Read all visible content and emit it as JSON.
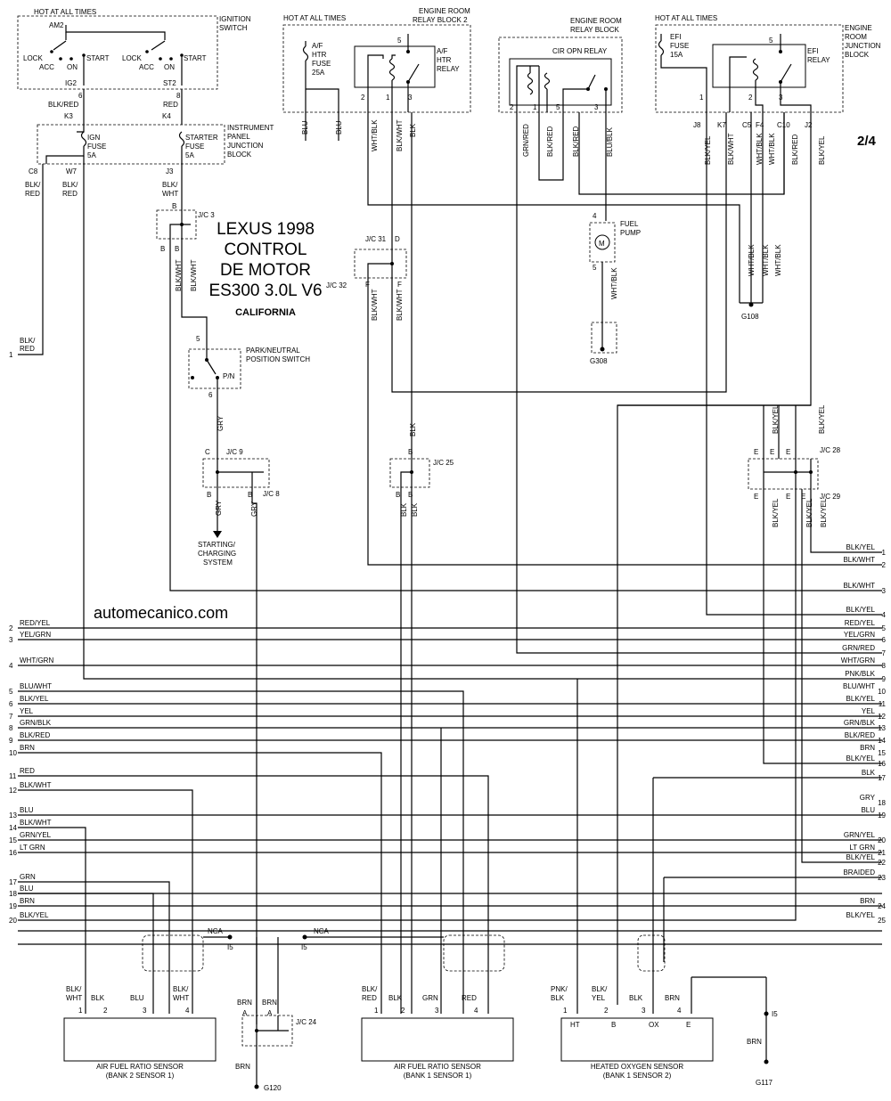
{
  "page_label": "2/4",
  "title": {
    "line1": "LEXUS 1998",
    "line2": "CONTROL",
    "line3": "DE MOTOR",
    "line4": "ES300 3.0L V6",
    "line5": "CALIFORNIA"
  },
  "watermark": "automecanico.com",
  "components": {
    "hot1": "HOT AT ALL TIMES",
    "hot2": "HOT AT ALL TIMES",
    "hot3": "HOT AT ALL TIMES",
    "am2": "AM2",
    "ignition_switch_1": "IGNITION",
    "ignition_switch_2": "SWITCH",
    "lock1": "LOCK",
    "acc1": "ACC",
    "on1": "ON",
    "start1": "START",
    "lock2": "LOCK",
    "acc2": "ACC",
    "on2": "ON",
    "start2": "START",
    "ig2": "IG2",
    "st2": "ST2",
    "ipjb_1": "INSTRUMENT",
    "ipjb_2": "PANEL",
    "ipjb_3": "JUNCTION",
    "ipjb_4": "BLOCK",
    "ign_fuse_1": "IGN",
    "ign_fuse_2": "FUSE",
    "ign_fuse_3": "5A",
    "starter_fuse_1": "STARTER",
    "starter_fuse_2": "FUSE",
    "starter_fuse_3": "5A",
    "af_fuse_1": "A/F",
    "af_fuse_2": "HTR",
    "af_fuse_3": "FUSE",
    "af_fuse_4": "25A",
    "errb2_1": "ENGINE ROOM",
    "errb2_2": "RELAY BLOCK 2",
    "af_relay_1": "A/F",
    "af_relay_2": "HTR",
    "af_relay_3": "RELAY",
    "errb_1": "ENGINE ROOM",
    "errb_2": "RELAY BLOCK",
    "cir_opn": "CIR OPN RELAY",
    "efi_fuse_1": "EFI",
    "efi_fuse_2": "FUSE",
    "efi_fuse_3": "15A",
    "efi_relay_1": "EFI",
    "efi_relay_2": "RELAY",
    "erjb_1": "ENGINE",
    "erjb_2": "ROOM",
    "erjb_3": "JUNCTION",
    "erjb_4": "BLOCK",
    "fuel_pump_1": "FUEL",
    "fuel_pump_2": "PUMP",
    "motor": "M",
    "pnp_1": "PARK/NEUTRAL",
    "pnp_2": "POSITION SWITCH",
    "pn": "P/N",
    "starting_1": "STARTING/",
    "starting_2": "CHARGING",
    "starting_3": "SYSTEM",
    "g108": "G108",
    "g308": "G308",
    "g120": "G120",
    "g117": "G117",
    "jc3": "J/C 3",
    "jc31": "J/C 31",
    "jc32": "J/C 32",
    "jc9": "J/C 9",
    "jc8": "J/C 8",
    "jc25": "J/C 25",
    "jc28": "J/C 28",
    "jc29": "J/C 29",
    "jc24": "J/C 24",
    "nca1": "NCA",
    "nca2": "NCA",
    "i5a": "I5",
    "i5b": "I5",
    "i5c": "I5",
    "sensor1_1": "AIR FUEL RATIO SENSOR",
    "sensor1_2": "(BANK 2 SENSOR 1)",
    "sensor2_1": "AIR FUEL RATIO SENSOR",
    "sensor2_2": "(BANK 1 SENSOR 1)",
    "sensor3_1": "HEATED OXYGEN SENSOR",
    "sensor3_2": "(BANK 1 SENSOR 2)",
    "ht": "HT",
    "b": "B",
    "ox": "OX",
    "e": "E"
  },
  "left_connector": [
    {
      "pin": "1",
      "label": "BLK/",
      "label2": "RED"
    },
    {
      "pin": "2",
      "label": "RED/YEL"
    },
    {
      "pin": "3",
      "label": "YEL/GRN"
    },
    {
      "pin": "4",
      "label": "WHT/GRN"
    },
    {
      "pin": "5",
      "label": "BLU/WHT"
    },
    {
      "pin": "6",
      "label": "BLK/YEL"
    },
    {
      "pin": "7",
      "label": "YEL"
    },
    {
      "pin": "8",
      "label": "GRN/BLK"
    },
    {
      "pin": "9",
      "label": "BLK/RED"
    },
    {
      "pin": "10",
      "label": "BRN"
    },
    {
      "pin": "11",
      "label": "RED"
    },
    {
      "pin": "12",
      "label": "BLK/WHT"
    },
    {
      "pin": "13",
      "label": "BLU"
    },
    {
      "pin": "14",
      "label": "BLK/WHT"
    },
    {
      "pin": "15",
      "label": "GRN/YEL"
    },
    {
      "pin": "16",
      "label": "LT GRN"
    },
    {
      "pin": "17",
      "label": "GRN"
    },
    {
      "pin": "18",
      "label": "BLU"
    },
    {
      "pin": "19",
      "label": "BRN"
    },
    {
      "pin": "20",
      "label": "BLK/YEL"
    }
  ],
  "right_connector": [
    {
      "pin": "1",
      "label": "BLK/YEL"
    },
    {
      "pin": "2",
      "label": "BLK/WHT"
    },
    {
      "pin": "3",
      "label": "BLK/WHT"
    },
    {
      "pin": "4",
      "label": "BLK/YEL"
    },
    {
      "pin": "5",
      "label": "RED/YEL"
    },
    {
      "pin": "6",
      "label": "YEL/GRN"
    },
    {
      "pin": "7",
      "label": "GRN/RED"
    },
    {
      "pin": "8",
      "label": "WHT/GRN"
    },
    {
      "pin": "9",
      "label": "PNK/BLK"
    },
    {
      "pin": "10",
      "label": "BLU/WHT"
    },
    {
      "pin": "11",
      "label": "BLK/YEL"
    },
    {
      "pin": "12",
      "label": "YEL"
    },
    {
      "pin": "13",
      "label": "GRN/BLK"
    },
    {
      "pin": "14",
      "label": "BLK/RED"
    },
    {
      "pin": "15",
      "label": "BRN"
    },
    {
      "pin": "16",
      "label": "BLK/YEL"
    },
    {
      "pin": "17",
      "label": "BLK"
    },
    {
      "pin": "18",
      "label": "GRY"
    },
    {
      "pin": "19",
      "label": "BLU"
    },
    {
      "pin": "20",
      "label": "GRN/YEL"
    },
    {
      "pin": "21",
      "label": "LT GRN"
    },
    {
      "pin": "22",
      "label": "BLK/YEL"
    },
    {
      "pin": "23",
      "label": "BRAIDED"
    },
    {
      "pin": "24",
      "label": "BRN"
    },
    {
      "pin": "25",
      "label": "BLK/YEL"
    }
  ],
  "wires": {
    "w_blk_red_ig": "BLK/RED",
    "w_red_st": "RED",
    "w_blk_red_c8a": "BLK/",
    "w_blk_red_c8b": "RED",
    "w_blk_red_w7a": "BLK/",
    "w_blk_red_w7b": "RED",
    "w_blk_wht_j3a": "BLK/",
    "w_blk_wht_j3b": "WHT",
    "w_blk_wht_v1": "BLK/WHT",
    "w_blk_wht_v2": "BLK/WHT",
    "w_gry1": "GRY",
    "w_gry2": "GRY",
    "w_gry3": "GRY",
    "w_blu1": "BLU",
    "w_blu2": "BLU",
    "w_wht_blk": "WHT/BLK",
    "w_blk_wht_r": "BLK/WHT",
    "w_blk_r": "BLK",
    "w_blk_wht_31a": "BLK/WHT",
    "w_blk_wht_31b": "BLK/WHT",
    "w_blk_25": "BLK",
    "w_blk_25a": "BLK",
    "w_blk_25b": "BLK",
    "w_grn_red": "GRN/RED",
    "w_blk_red_e1": "BLK/RED",
    "w_blk_red_e2": "BLK/RED",
    "w_blu_blk": "BLU/BLK",
    "w_wht_blk_fp": "WHT/BLK",
    "w_blk_yel_j8": "BLK/YEL",
    "w_blk_wht_k7": "BLK/WHT",
    "w_wht_blk_c5": "WHT/BLK",
    "w_wht_blk_f4": "WHT/BLK",
    "w_blk_red_c10": "BLK/RED",
    "w_blk_yel_j2": "BLK/YEL",
    "w_wht_blk_g1": "WHT/BLK",
    "w_wht_blk_g2": "WHT/BLK",
    "w_wht_blk_g3": "WHT/BLK",
    "w_blk_yel_28a": "BLK/YEL",
    "w_blk_yel_28b": "BLK/YEL",
    "w_blk_yel_29a": "BLK/YEL",
    "w_blk_yel_29b": "BLK/YEL",
    "w_blk_yel_29c": "BLK/YEL",
    "w_brn_24a": "BRN",
    "w_brn_24b": "BRN",
    "w_brn_24c": "BRN",
    "w_brn_g117a": "BRN",
    "w_brn_g117b": "BRN"
  },
  "sensor_pins": {
    "s1": [
      {
        "n": "1",
        "w": "BLK/",
        "w2": "WHT"
      },
      {
        "n": "2",
        "w": "BLK"
      },
      {
        "n": "3",
        "w": "BLU"
      },
      {
        "n": "4",
        "w": "BLK/",
        "w2": "WHT"
      }
    ],
    "s2": [
      {
        "n": "1",
        "w": "BLK/",
        "w2": "RED"
      },
      {
        "n": "2",
        "w": "BLK"
      },
      {
        "n": "3",
        "w": "GRN"
      },
      {
        "n": "4",
        "w": "RED"
      }
    ],
    "s3": [
      {
        "n": "1",
        "w": "PNK/",
        "w2": "BLK"
      },
      {
        "n": "2",
        "w": "BLK/",
        "w2": "YEL"
      },
      {
        "n": "3",
        "w": "BLK"
      },
      {
        "n": "4",
        "w": "BRN"
      }
    ]
  },
  "terminals": {
    "t6": "6",
    "t8": "8",
    "k3": "K3",
    "k4": "K4",
    "c8": "C8",
    "w7": "W7",
    "j3": "J3",
    "t_b1": "B",
    "t_b2": "B",
    "t_b3": "B",
    "t5": "5",
    "t6b": "6",
    "t_c": "C",
    "t_b4": "B",
    "t_b5": "B",
    "r2": "2",
    "r1": "1",
    "r3": "3",
    "r5": "5",
    "d": "D",
    "f1": "F",
    "f2": "F",
    "b25a": "B",
    "b25b": "B",
    "b25c": "B",
    "c2": "2",
    "c1": "1",
    "c5": "5",
    "c3": "3",
    "fp4": "4",
    "fp5": "5",
    "e1": "1",
    "e2": "2",
    "e3": "3",
    "e5": "5",
    "j8": "J8",
    "k7": "K7",
    "c5b": "C5",
    "f4": "F4",
    "c10": "C10",
    "j2": "J2",
    "e_a": "E",
    "e_b": "E",
    "e_c": "E",
    "e_d": "E",
    "e_e": "E",
    "e_f": "E",
    "a1": "A",
    "a2": "A"
  }
}
